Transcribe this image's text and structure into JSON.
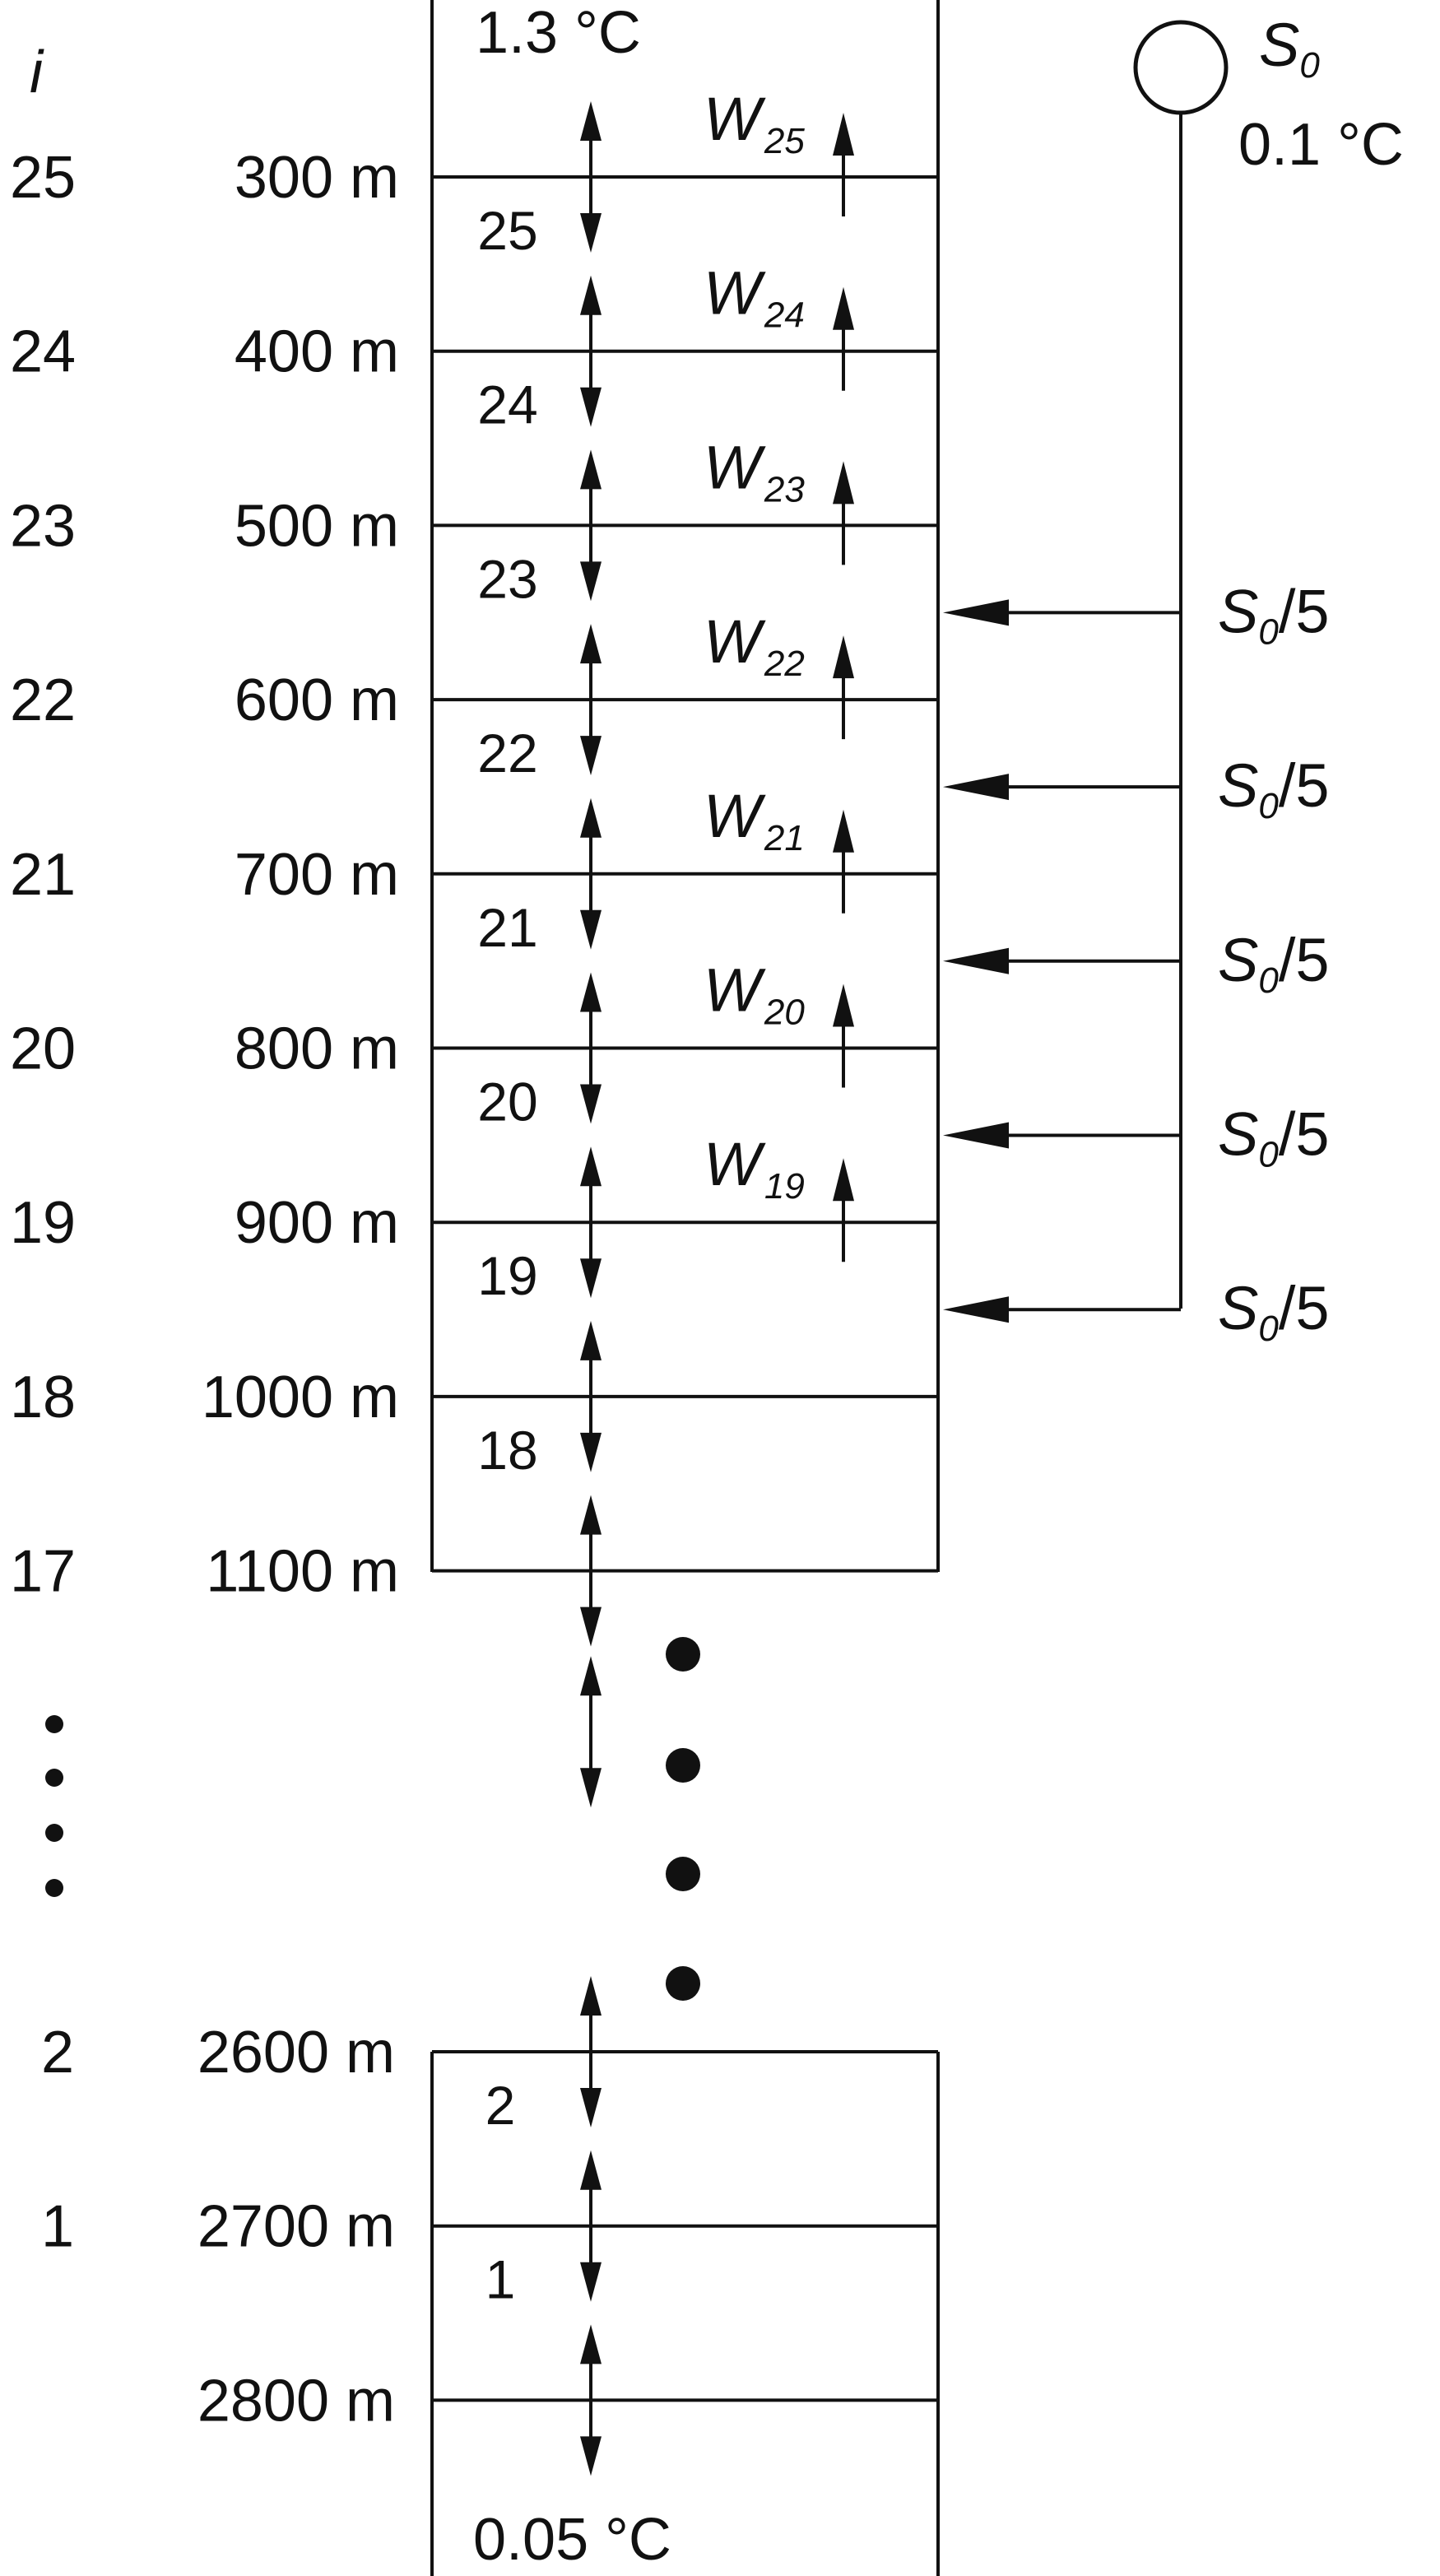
{
  "header": {
    "index_symbol": "i",
    "top_temperature": "1.3 °C",
    "bottom_temperature": "0.05 °C"
  },
  "source": {
    "symbol": "S",
    "subscript": "0",
    "temperature": "0.1 °C",
    "branch_label": "/5"
  },
  "levels": [
    {
      "i": "25",
      "depth": "300 m",
      "cell": "25",
      "w_sub": "25",
      "injection": false
    },
    {
      "i": "24",
      "depth": "400 m",
      "cell": "24",
      "w_sub": "24",
      "injection": false
    },
    {
      "i": "23",
      "depth": "500 m",
      "cell": "23",
      "w_sub": "23",
      "injection": true
    },
    {
      "i": "22",
      "depth": "600 m",
      "cell": "22",
      "w_sub": "22",
      "injection": true
    },
    {
      "i": "21",
      "depth": "700 m",
      "cell": "21",
      "w_sub": "21",
      "injection": true
    },
    {
      "i": "20",
      "depth": "800 m",
      "cell": "20",
      "w_sub": "20",
      "injection": true
    },
    {
      "i": "19",
      "depth": "900 m",
      "cell": "19",
      "w_sub": "19",
      "injection": true
    },
    {
      "i": "18",
      "depth": "1000 m",
      "cell": "18",
      "w_sub": "",
      "injection": false
    },
    {
      "i": "17",
      "depth": "1100 m",
      "cell": "",
      "w_sub": "",
      "injection": false
    }
  ],
  "bottom_levels": [
    {
      "i": "2",
      "depth": "2600 m",
      "cell": "2"
    },
    {
      "i": "1",
      "depth": "2700 m",
      "cell": "1"
    },
    {
      "i": "",
      "depth": "2800 m",
      "cell": ""
    }
  ],
  "velocity_symbol": "W"
}
